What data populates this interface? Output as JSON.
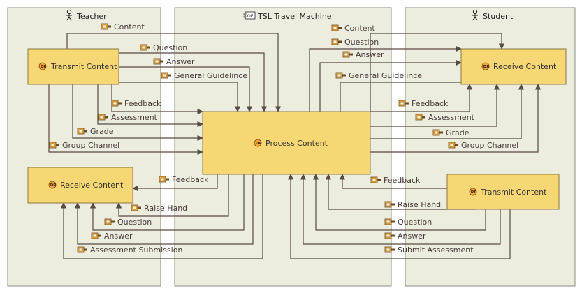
{
  "lanes": {
    "teacher": {
      "title": "Teacher"
    },
    "machine": {
      "title": "TSL Travel Machine"
    },
    "student": {
      "title": "Student"
    }
  },
  "boxes": {
    "teacher_transmit": "Transmit Content",
    "teacher_receive": "Receive Content",
    "process": "Process Content",
    "student_receive": "Receive Content",
    "student_transmit": "Transmit Content"
  },
  "badges": {
    "activity": "DR",
    "machine_icon": "OE"
  },
  "flows": {
    "t2p_content": "Content",
    "t2p_question": "Question",
    "t2p_answer": "Answer",
    "t2p_guidelines": "General Guidelince",
    "t2p_feedback": "Feedback",
    "t2p_assessment": "Assessment",
    "t2p_grade": "Grade",
    "t2p_group": "Group Channel",
    "p2s_content": "Content",
    "p2s_question": "Question",
    "p2s_answer": "Answer",
    "p2s_guidelines": "General Guidelince",
    "p2s_feedback": "Feedback",
    "p2s_assessment": "Assessment",
    "p2s_grade": "Grade",
    "p2s_group": "Group Channel",
    "p2t_feedback": "Feedback",
    "p2t_raise": "Raise Hand",
    "p2t_question": "Question",
    "p2t_answer": "Answer",
    "p2t_submission": "Assessment Submission",
    "s2p_feedback": "Feedback",
    "s2p_raise": "Raise Hand",
    "s2p_question": "Question",
    "s2p_answer": "Answer",
    "s2p_submit": "Submit Assessment"
  }
}
